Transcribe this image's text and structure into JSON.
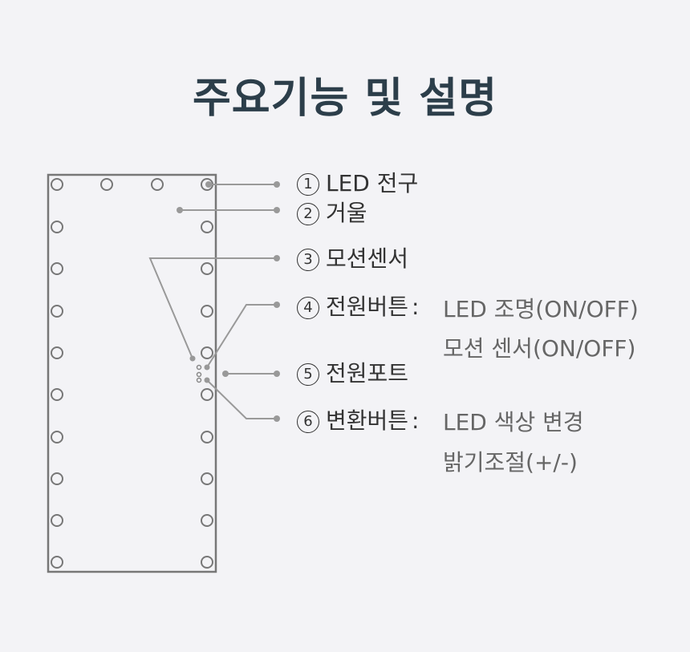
{
  "title": "주요기능 및 설명",
  "features": [
    {
      "num": "1",
      "label": "LED 전구"
    },
    {
      "num": "2",
      "label": "거울"
    },
    {
      "num": "3",
      "label": "모션센서"
    },
    {
      "num": "4",
      "label": "전원버튼",
      "desc": [
        "LED 조명(ON/OFF)",
        "모션 센서(ON/OFF)"
      ]
    },
    {
      "num": "5",
      "label": "전원포트"
    },
    {
      "num": "6",
      "label": "변환버튼",
      "desc": [
        "LED 색상 변경",
        "밝기조절(+/-)"
      ]
    }
  ],
  "colon": ":",
  "colors": {
    "title": "#2c3e4a",
    "frame": "#777777",
    "leader": "#999999"
  }
}
